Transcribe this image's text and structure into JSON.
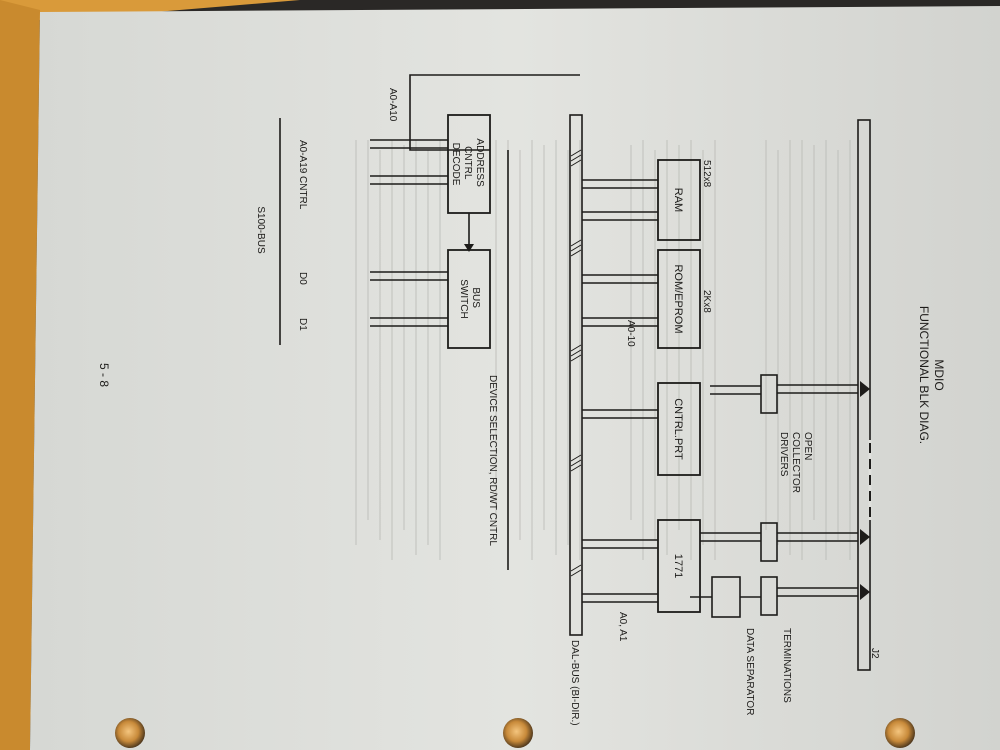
{
  "header": {
    "title": "MDIO",
    "subtitle": "FUNCTIONAL BLK DIAG."
  },
  "blocks": {
    "ram": "RAM",
    "ram_size": "512x8",
    "rom": "ROM/EPROM",
    "rom_size": "2Kx8",
    "cntrl_prt": "CNTRL.PRT",
    "fdc": "1771",
    "address_decode": [
      "ADDRESS",
      "CNTRL",
      "DECODE"
    ],
    "bus_switch": [
      "BUS",
      "SWITCH"
    ]
  },
  "labels": {
    "open_collector": [
      "OPEN",
      "COLLECTOR",
      "DRIVERS"
    ],
    "terminations": "TERMINATIONS",
    "data_separator": "DATA SEPARATOR",
    "j2": "J2",
    "device_selection": "DEVICE SELECTION, RD/WT CNTRL",
    "dal_bus": "DAL-BUS (BI-DIR.)",
    "a0_a10_top": "A0-A10",
    "a0_10_rom": "A0-10",
    "a0_a1": "A0, A1",
    "a0_a19": "A0-A19",
    "cntrl": "CNTRL",
    "d0": "D0",
    "d1": "D1",
    "s100_bus": "S100-BUS"
  },
  "footer": {
    "page_number": "5 - 8"
  }
}
